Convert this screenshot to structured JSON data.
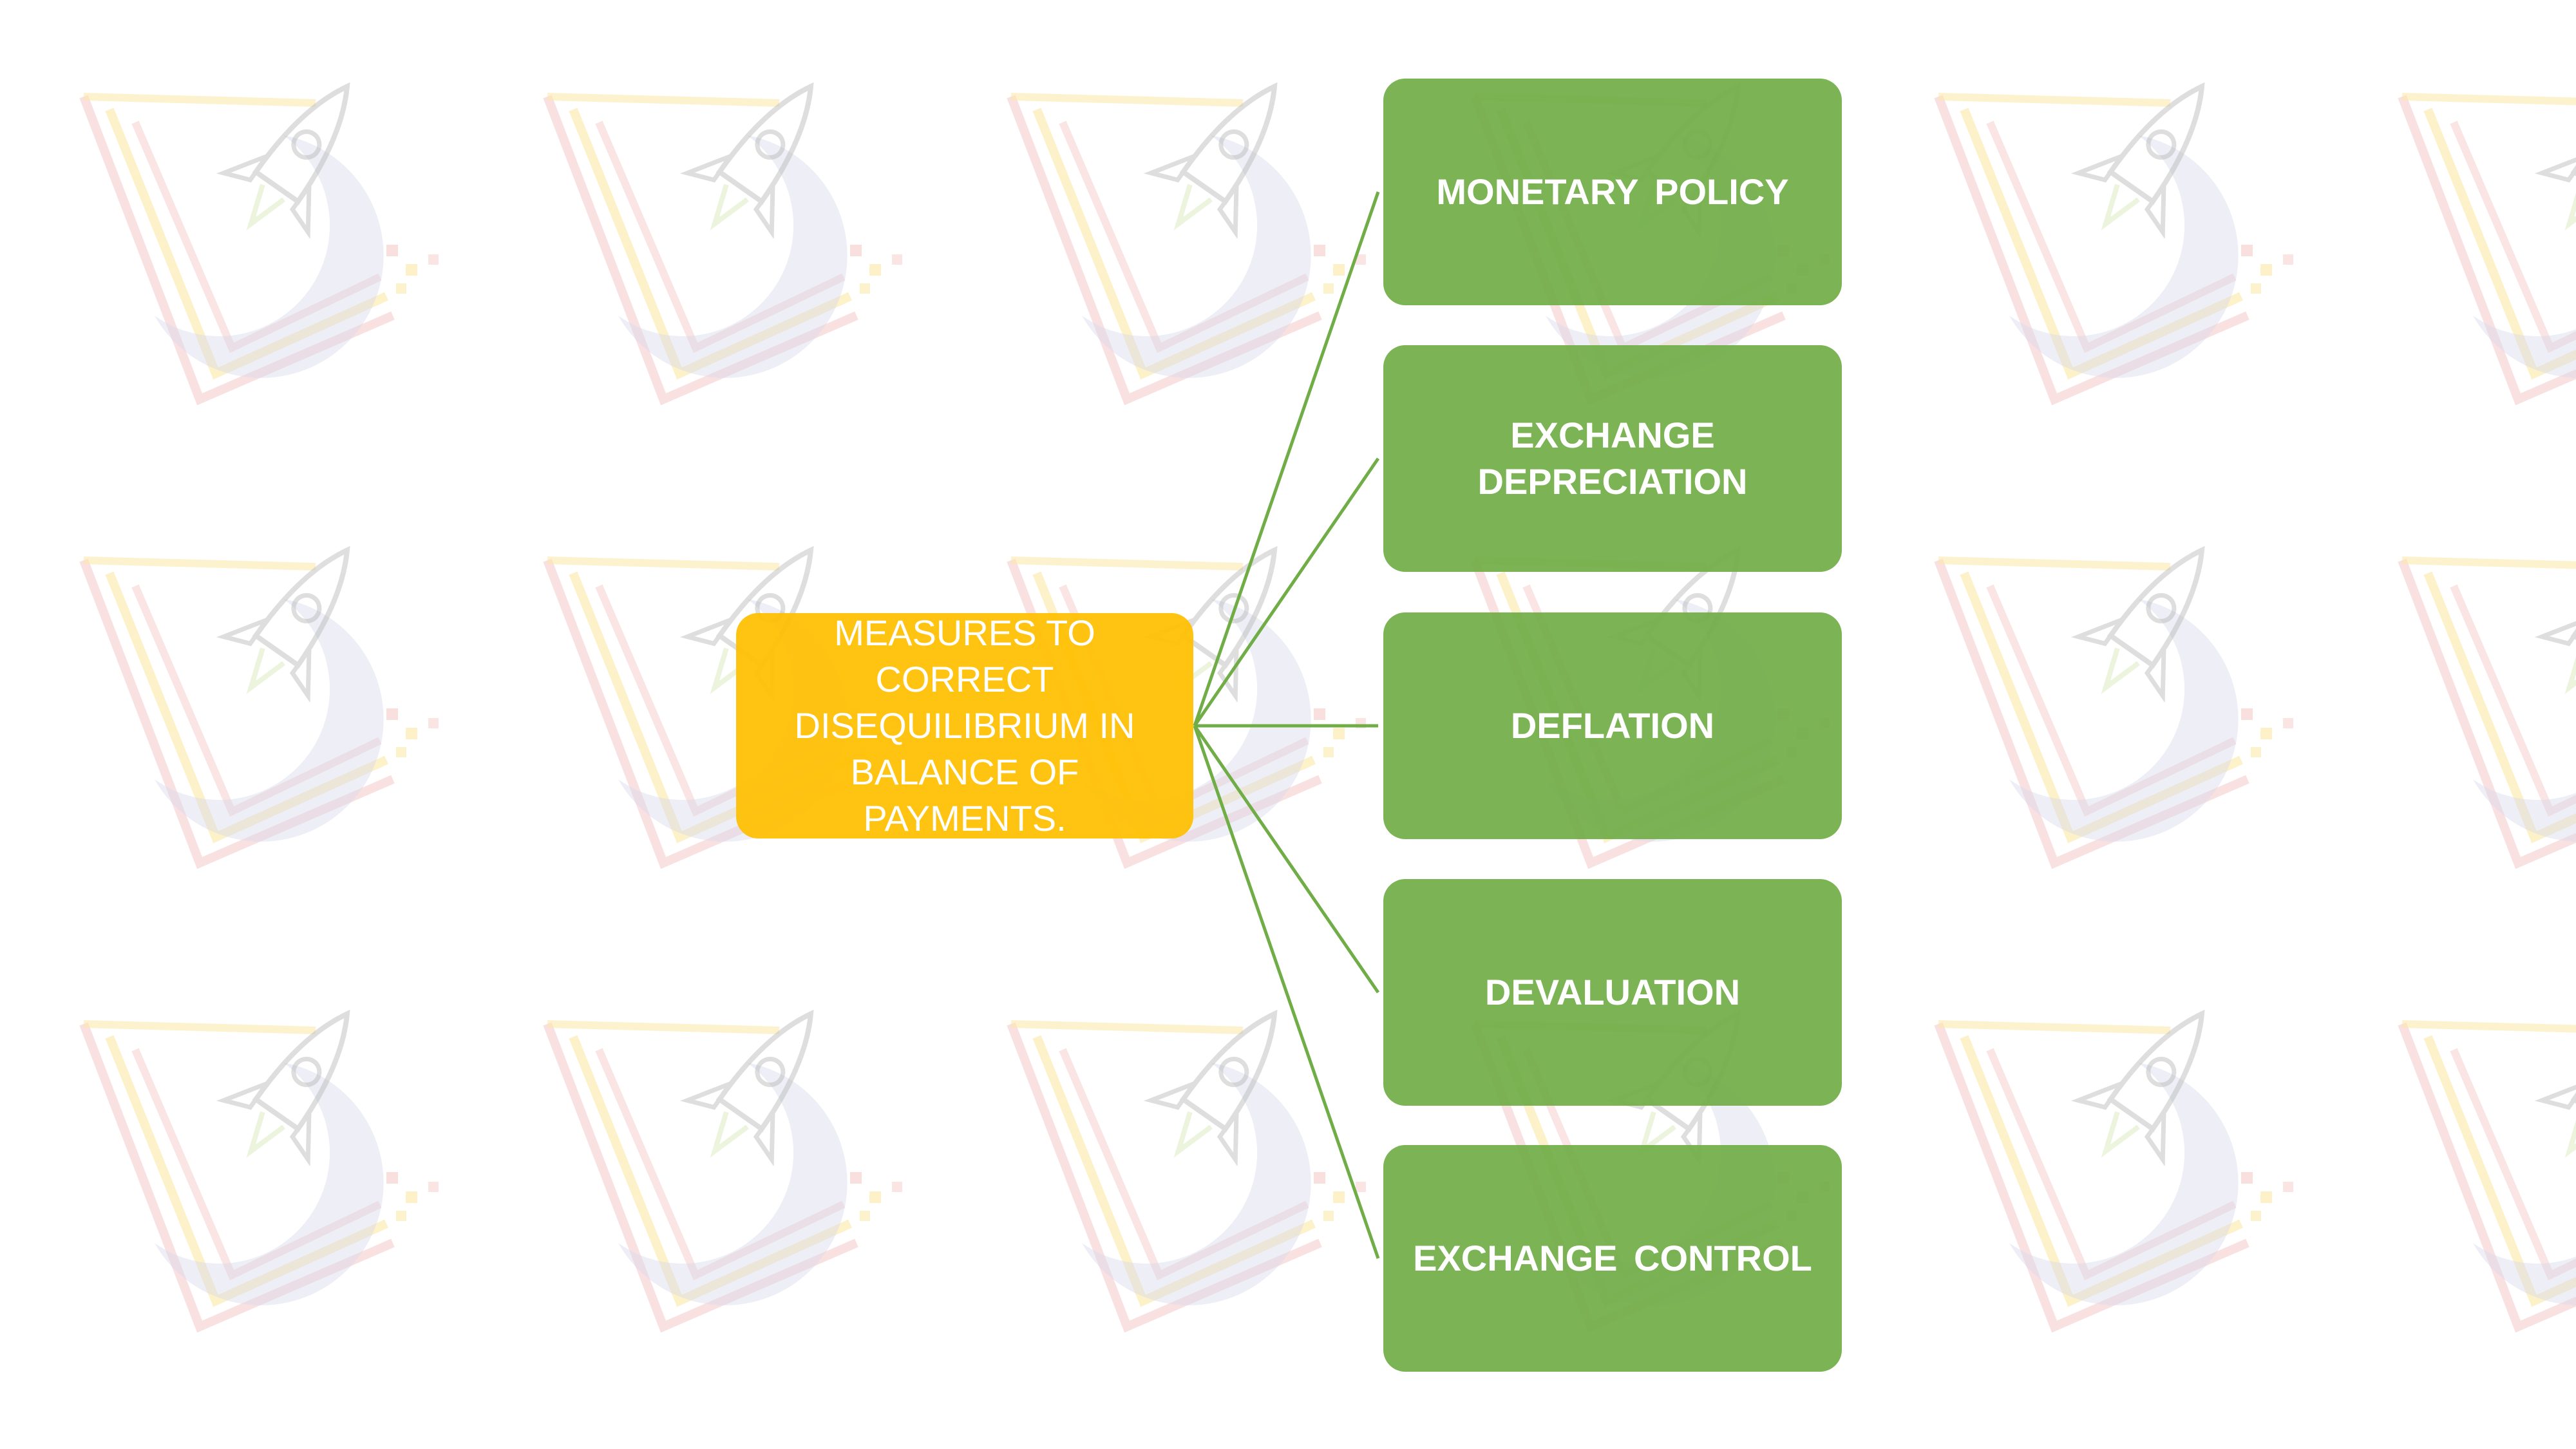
{
  "diagram": {
    "root": {
      "label": "MEASURES TO CORRECT\nDISEQUILIBRIUM  IN\nBALANCE OF PAYMENTS."
    },
    "children": [
      {
        "label": "MONETARY  POLICY"
      },
      {
        "label": "EXCHANGE DEPRECIATION"
      },
      {
        "label": "DEFLATION"
      },
      {
        "label": "DEVALUATION"
      },
      {
        "label": "EXCHANGE  CONTROL"
      }
    ]
  },
  "colors": {
    "root_fill": "#FFC000",
    "child_fill": "#70AD47",
    "connector": "#70AD47",
    "text": "#FFFFFF",
    "watermark_red": "#F4B6B6",
    "watermark_yellow": "#FBE7A6",
    "watermark_navy": "#C9CCE0"
  },
  "icons": [
    "rocket-logo-watermark-icon"
  ]
}
